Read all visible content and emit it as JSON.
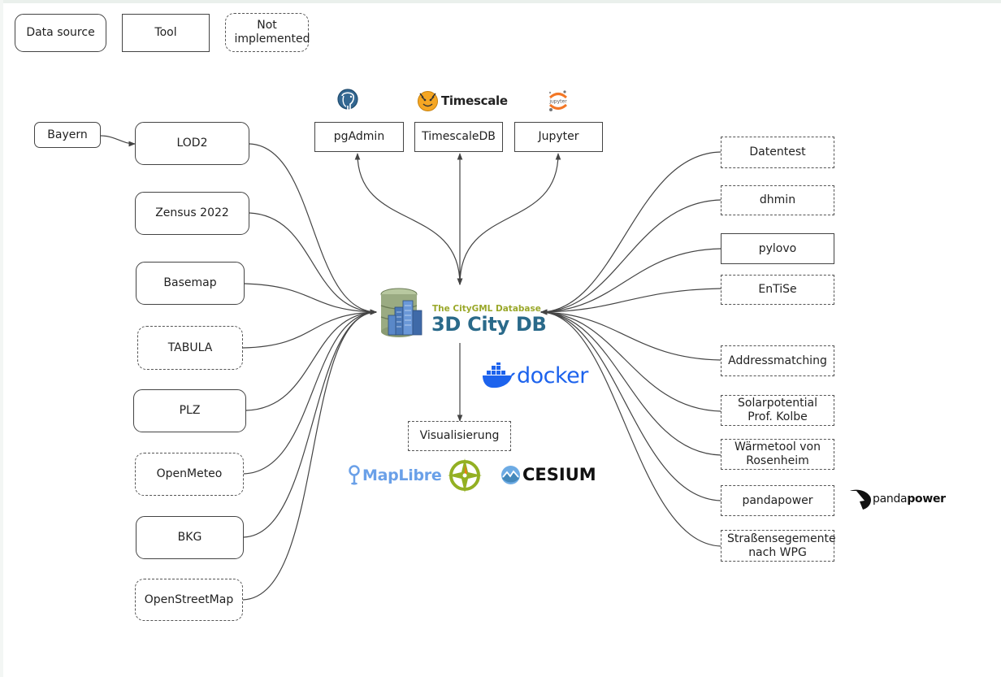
{
  "legend": {
    "data_source": "Data source",
    "tool": "Tool",
    "not_implemented": "Not implemented"
  },
  "top_tools": {
    "pgadmin": "pgAdmin",
    "timescaledb": "TimescaleDB",
    "jupyter": "Jupyter"
  },
  "left_sources": {
    "bayern": "Bayern",
    "lod2": "LOD2",
    "zensus": "Zensus 2022",
    "basemap": "Basemap",
    "tabula": "TABULA",
    "plz": "PLZ",
    "openmeteo": "OpenMeteo",
    "bkg": "BKG",
    "openstreetmap": "OpenStreetMap"
  },
  "right_tools": {
    "datentest": "Datentest",
    "dhmin": "dhmin",
    "pylovo": "pylovo",
    "entise": "EnTiSe",
    "addressmatching": "Addressmatching",
    "solarpotential": "Solarpotential Prof. Kolbe",
    "waermetool": "Wärmetool von Rosenheim",
    "pandapower": "pandapower",
    "strassen": "Straßensegemente nach WPG"
  },
  "center": {
    "subtitle": "The CityGML Database",
    "title": "3D City DB"
  },
  "visualisierung": "Visualisierung",
  "logos": {
    "timescale": "Timescale",
    "jupyter_small": "jupyter",
    "docker": "docker",
    "maplibre": "MapLibre",
    "cesium": "CESIUM",
    "pandapower_a": "panda",
    "pandapower_b": "power"
  },
  "colors": {
    "edge": "#444444",
    "docker_blue": "#1d63ed",
    "citydb_blue": "#2a6a8a",
    "citydb_green": "#9aa82a",
    "maplibre_blue": "#6aa0e8",
    "postgres_blue": "#336791",
    "jupyter_orange": "#f37726"
  }
}
